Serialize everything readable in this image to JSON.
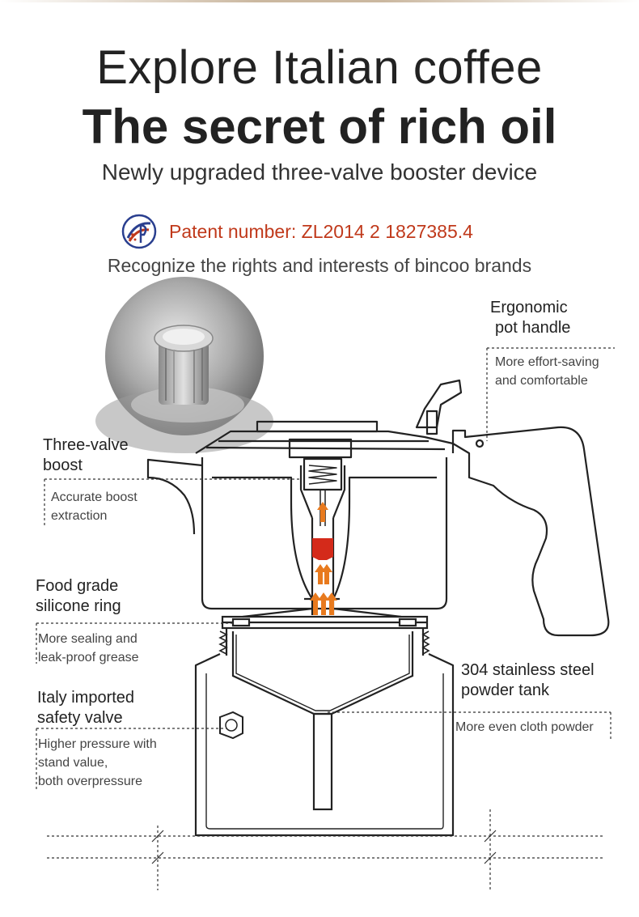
{
  "header": {
    "line1": "Explore Italian coffee",
    "line2": "The secret of rich oil",
    "subtitle": "Newly upgraded three-valve booster device"
  },
  "patent": {
    "text": "Patent number: ZL2014 2 1827385.4",
    "color": "#c0391b"
  },
  "tagline": "Recognize the rights and interests of bincoo brands",
  "features": {
    "handle": {
      "title_l1": "Ergonomic",
      "title_l2": "pot handle",
      "desc_l1": "More effort-saving",
      "desc_l2": "and comfortable"
    },
    "valve": {
      "title_l1": "Three-valve",
      "title_l2": "boost",
      "desc_l1": "Accurate boost",
      "desc_l2": "extraction"
    },
    "ring": {
      "title_l1": "Food grade",
      "title_l2": "silicone ring",
      "desc_l1": "More sealing and",
      "desc_l2": "leak-proof grease"
    },
    "safety": {
      "title_l1": "Italy imported",
      "title_l2": "safety valve",
      "desc_l1": "Higher pressure with",
      "desc_l2": "stand value,",
      "desc_l3": "both overpressure"
    },
    "tank": {
      "title_l1": "304 stainless steel",
      "title_l2": "powder tank",
      "desc_l1": "More even cloth powder"
    }
  },
  "colors": {
    "arrow": "#e87a1e",
    "valve_red": "#d42a1a",
    "outline": "#222222"
  }
}
